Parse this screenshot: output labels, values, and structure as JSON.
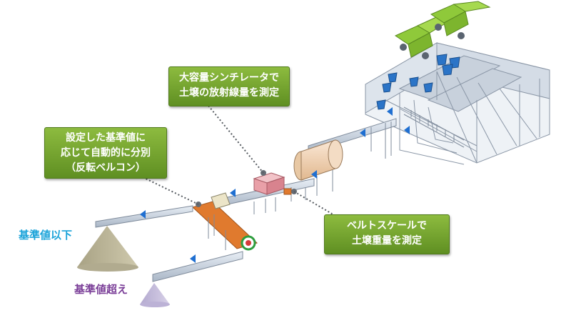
{
  "callouts": {
    "scintillator": [
      "大容量シンチレータで",
      "土壌の放射線量を測定"
    ],
    "sorter": [
      "設定した基準値に",
      "応じて自動的に分別",
      "（反転ベルコン）"
    ],
    "belt_scale": [
      "ベルトスケールで",
      "土壌重量を測定"
    ]
  },
  "outputs": {
    "below": {
      "label": "基準値以下",
      "color": "#1aa3d9"
    },
    "exceed": {
      "label": "基準値超え",
      "color": "#7b3f98"
    }
  },
  "colors": {
    "callout_green": "#6fa22c",
    "truck_green": "#8fc93a",
    "bucket_blue": "#2b74c7",
    "flow_arrow_blue": "#1f6fd1",
    "belt_gray": "#c9d3df",
    "reversing_belt": "#e07a2e",
    "scintillator_box": "#e9a0a8",
    "cone_below": "#bdb79a",
    "cone_exceed": "#c8bfdc"
  },
  "icons": {
    "reverse": "reverse-rotation-icon",
    "flow": "flow-arrow-icon"
  }
}
